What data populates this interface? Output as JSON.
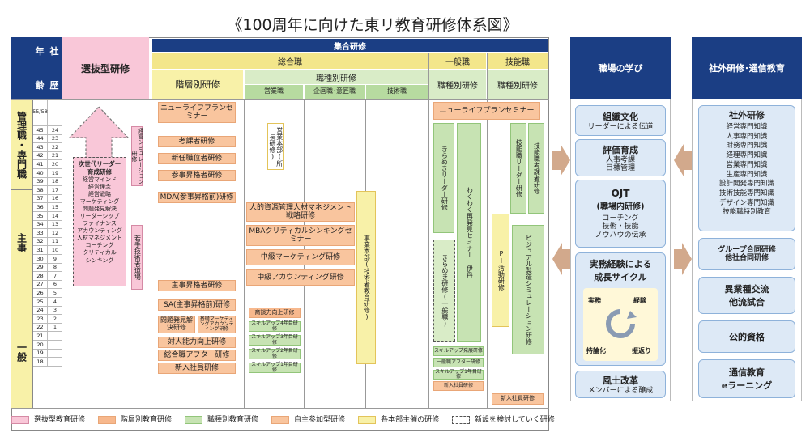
{
  "title": "《100周年に向けた東リ教育研修体系図》",
  "header": {
    "nen": "年",
    "sha": "社",
    "rei": "齢",
    "reki": "歴",
    "senbatsu": "選抜型研修",
    "shugo": "集合研修",
    "sogo": "総合職",
    "ippan": "一般職",
    "gino": "技能職",
    "kaiso": "階層別研修",
    "shokushu": "職種別研修",
    "eigyo": "営業職",
    "kikaku": "企画職･意匠職",
    "gijutsu": "技術職",
    "shokushu2": "職種別研修",
    "shokushu3": "職種別研修"
  },
  "grades": {
    "kanri": "管理職・専門職",
    "shuji": "主事",
    "ippan": "一般"
  },
  "ages": {
    "top": "55/58",
    "rows": [
      [
        "45",
        "24"
      ],
      [
        "44",
        "23"
      ],
      [
        "43",
        "22"
      ],
      [
        "42",
        "21"
      ],
      [
        "41",
        "20"
      ],
      [
        "40",
        "19"
      ],
      [
        "39",
        "18"
      ],
      [
        "38",
        "17"
      ],
      [
        "37",
        "16"
      ],
      [
        "36",
        "15"
      ],
      [
        "35",
        "14"
      ],
      [
        "34",
        "13"
      ],
      [
        "33",
        "12"
      ],
      [
        "32",
        "11"
      ],
      [
        "31",
        "10"
      ],
      [
        "30",
        "9"
      ],
      [
        "29",
        "8"
      ],
      [
        "28",
        "7"
      ],
      [
        "27",
        "6"
      ],
      [
        "26",
        "5"
      ],
      [
        "25",
        "4"
      ],
      [
        "24",
        "3"
      ],
      [
        "23",
        "2"
      ],
      [
        "22",
        "1"
      ]
    ],
    "tail": [
      "21",
      "20",
      "19",
      "18"
    ]
  },
  "selection": {
    "keiei": "経営シミュレーション研修",
    "leader": [
      "次世代リーダー",
      "育成研修",
      "経営マインド",
      "経営理念",
      "経営戦略",
      "マーケティング",
      "問題発見解決",
      "リーダーシップ",
      "ファイナンス",
      "アカウンティング",
      "人材マネジメント",
      "コーチング",
      "クリティカル",
      "シンキング"
    ],
    "wakate": "若手技術者道場"
  },
  "kaiso_items": {
    "nlp": "ニューライフプランセミナー",
    "kosa": "考課者研修",
    "shinnin": "新任職位者研修",
    "sanyo": "参事昇格者研修",
    "mda": "MDA(参事昇格前)研修",
    "shuji": "主事昇格者研修",
    "sa": "SA(主事昇格前)研修",
    "mondai": "問題発見解決研修",
    "kiso": "基礎マーケティングアカウンティング研修",
    "taijin": "対人能力向上研修",
    "sogoafter": "総合職アフター研修",
    "shinnyu": "新入社員研修"
  },
  "shokushu_items": {
    "eigyo_honbu": "営業本部(所長研修)",
    "jinteki": "人的資源管理人材マネジメント戦略研修",
    "mba": "MBAクリティカルシンキングセミナー",
    "mkt": "中級マーケティング研修",
    "acc": "中級アカウンティング研修",
    "shodan": "商談力向上研修",
    "s4": "スキルアップ4年目研修",
    "s3": "スキルアップ3年目研修",
    "s2": "スキルアップ2年目研修",
    "s1": "スキルアップ1年目研修",
    "jigyo": "事業本部(技術者教育研修)"
  },
  "ippan_items": {
    "nlp": "ニューライフプランセミナー",
    "kirameki": "きらめきリーダー研修",
    "wakuwaku": "わくわく再発見セミナー 伊丹",
    "kirameki2": "きらめき研修(一般職)",
    "skillup": "スキルアップ発展研修",
    "after": "一般職アフター研修",
    "s1": "スキルアップ1年目研修",
    "shinnyu": "新入社員研修"
  },
  "gino_items": {
    "ginoleader": "技能職リーダー研修",
    "ginokosa": "技能職考課者研修",
    "pi": "PI活動研修",
    "simu": "ビジュアル製造シミュレーション研修",
    "shinnyu": "新入社員研修"
  },
  "workplace": {
    "title": "職場の学び",
    "bunka": "組織文化",
    "bunka_sub": "リーダーによる伝道",
    "hyoka": "評価育成",
    "hyoka_sub1": "人事考課",
    "hyoka_sub2": "目標管理",
    "ojt": "OJT",
    "ojt2": "(職場内研修)",
    "ojt_s1": "コーチング",
    "ojt_s2": "技術・技能",
    "ojt_s3": "ノウハウの伝承",
    "jitsumu": "実務経験による",
    "seicho": "成長サイクル",
    "c1": "実務",
    "c2": "経験",
    "c3": "持論化",
    "c4": "振返り",
    "fudo": "風土改革",
    "fudo_sub": "メンバーによる醸成"
  },
  "external": {
    "title": "社外研修･通信教育",
    "shagai": "社外研修",
    "items": [
      "経営専門知識",
      "人事専門知識",
      "財務専門知識",
      "経理専門知識",
      "営業専門知識",
      "生産専門知識",
      "設計開発専門知識",
      "技術技能専門知識",
      "デザイン専門知識",
      "技能職特別教育"
    ],
    "group": "グループ合同研修",
    "group2": "他社合同研修",
    "ishu": "異業種交流",
    "ishu2": "他流試合",
    "koteki": "公的資格",
    "tsushin": "通信教育",
    "elearn": "eラーニング"
  },
  "legend": [
    "選抜型教育研修",
    "階層別教育研修",
    "職種別教育研修",
    "自主参加型研修",
    "各本部主催の研修",
    "新設を検討していく研修"
  ],
  "colors": {
    "navy": "#1b3e84",
    "pink": "#f9c7d8",
    "orange": "#f9c59e",
    "green": "#c7e3b3",
    "yellow": "#f8f1a8"
  }
}
